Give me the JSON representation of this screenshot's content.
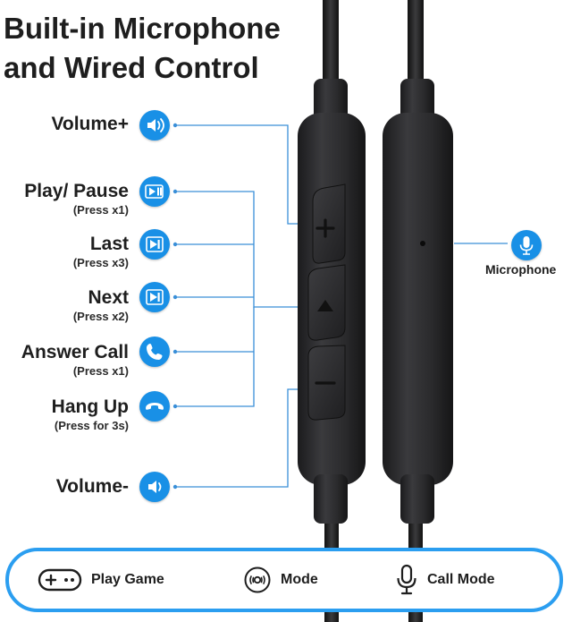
{
  "title": {
    "line1": "Built-in Microphone",
    "line2": "and Wired Control"
  },
  "controls": [
    {
      "label": "Volume+",
      "sub": "",
      "icon": "volume-up-icon"
    },
    {
      "label": "Play/ Pause",
      "sub": "(Press x1)",
      "icon": "play-pause-icon"
    },
    {
      "label": "Last",
      "sub": "(Press x3)",
      "icon": "skip-icon"
    },
    {
      "label": "Next",
      "sub": "(Press x2)",
      "icon": "skip-icon"
    },
    {
      "label": "Answer Call",
      "sub": "(Press x1)",
      "icon": "phone-icon"
    },
    {
      "label": "Hang Up",
      "sub": "(Press for 3s)",
      "icon": "hang-up-icon"
    },
    {
      "label": "Volume-",
      "sub": "",
      "icon": "volume-down-icon"
    }
  ],
  "microphone": {
    "label": "Microphone",
    "icon": "microphone-icon"
  },
  "modes": [
    {
      "label": "Play Game",
      "icon": "gamepad-icon"
    },
    {
      "label": "Mode",
      "icon": "mode-disc-icon"
    },
    {
      "label": "Call Mode",
      "icon": "microphone-outline-icon"
    }
  ],
  "colors": {
    "accent": "#1990e6",
    "border": "#2b9ef0",
    "device": "#2a2a2c",
    "line": "#3a8fd8"
  }
}
